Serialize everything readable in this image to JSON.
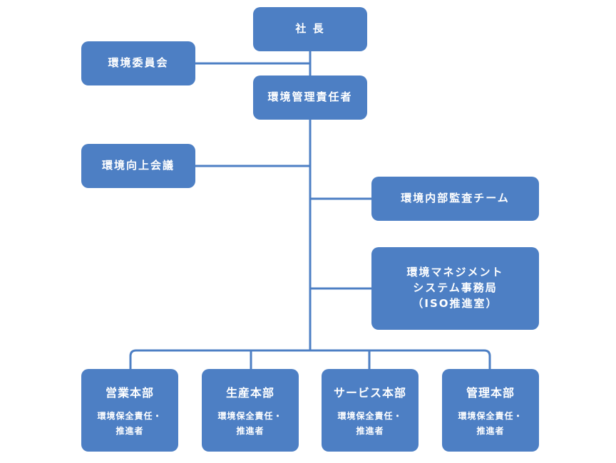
{
  "colors": {
    "box": "#4d7fc4",
    "line": "#4d7fc4",
    "text": "#ffffff"
  },
  "nodes": {
    "president": "社 長",
    "env_committee": "環境委員会",
    "env_manager": "環境管理責任者",
    "env_improvement_meeting": "環境向上会議",
    "internal_audit_team": "環境内部監査チーム",
    "ems_office": {
      "line1": "環境マネジメント",
      "line2": "システム事務局",
      "line3": "（ISO推進室）"
    }
  },
  "departments": [
    {
      "name": "営業本部",
      "role_line1": "環境保全責任・",
      "role_line2": "推進者"
    },
    {
      "name": "生産本部",
      "role_line1": "環境保全責任・",
      "role_line2": "推進者"
    },
    {
      "name": "サービス本部",
      "role_line1": "環境保全責任・",
      "role_line2": "推進者"
    },
    {
      "name": "管理本部",
      "role_line1": "環境保全責任・",
      "role_line2": "推進者"
    }
  ]
}
